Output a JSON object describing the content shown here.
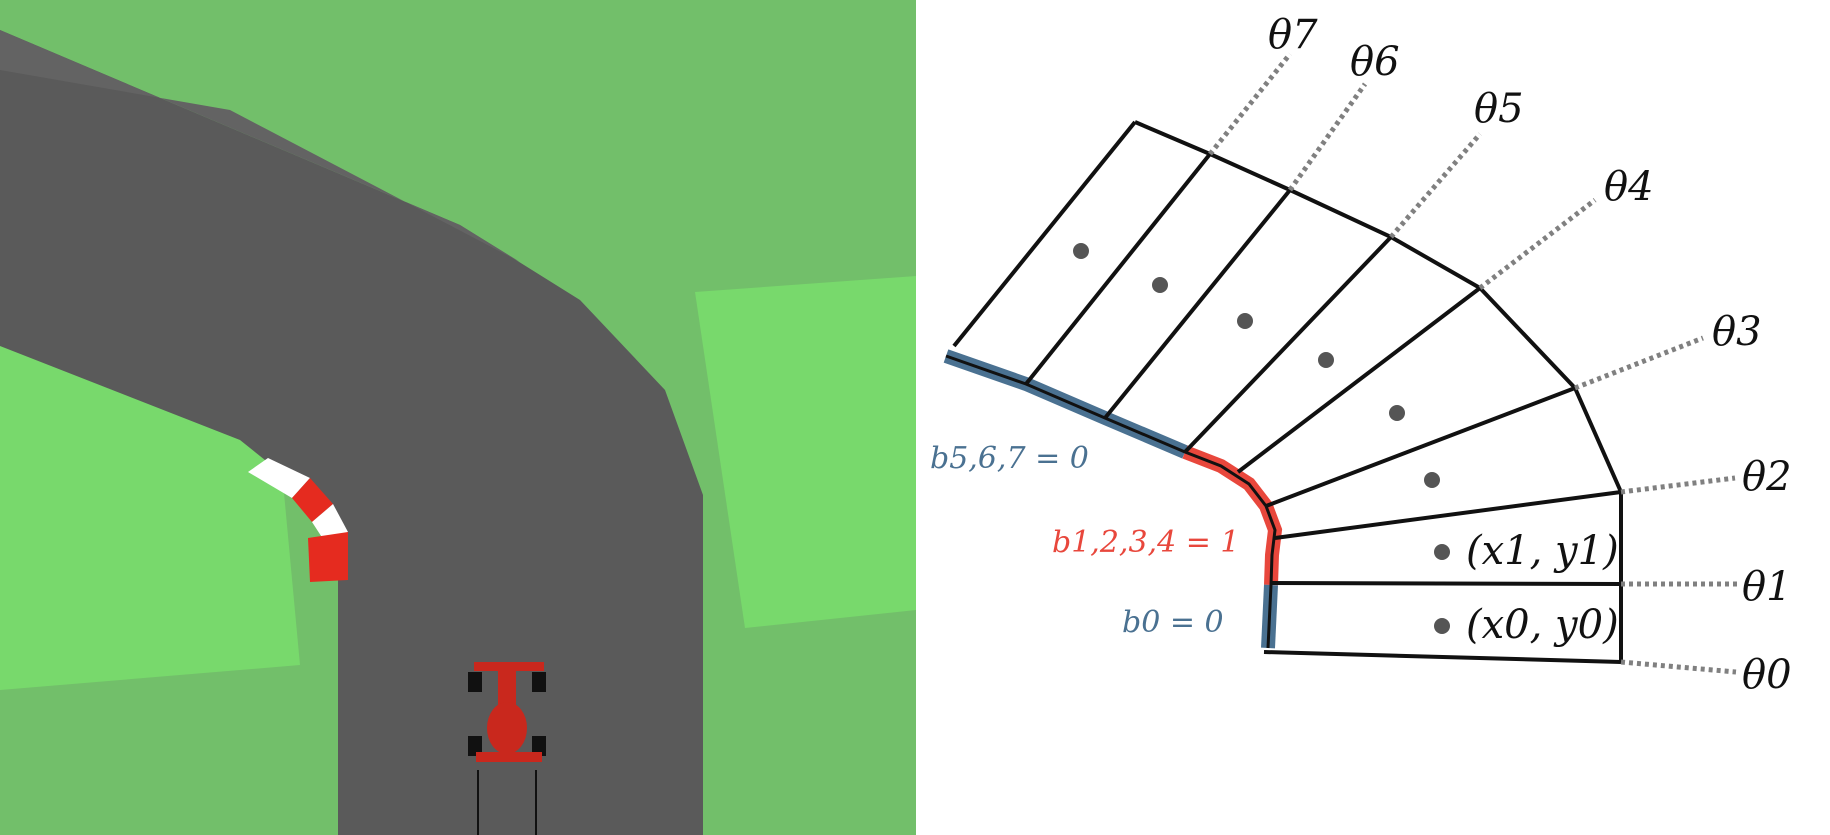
{
  "colors": {
    "grass": "#72bf6a",
    "grass_light": "#78d96c",
    "asphalt": "#5a5a5a",
    "asphalt_shade": "#636363",
    "curb_red": "#e52b1f",
    "curb_white": "#ffffff",
    "car_red": "#c9281d",
    "boundary_blue": "#4a7191",
    "boundary_red": "#e8473c",
    "guide": "#808080",
    "segment_line": "#111111",
    "center_dot": "#555555"
  },
  "icons": {
    "car": "race-car-icon",
    "curb": "red-white-curb-icon"
  },
  "labels": {
    "theta": [
      "θ0",
      "θ1",
      "θ2",
      "θ3",
      "θ4",
      "θ5",
      "θ6",
      "θ7"
    ],
    "points": [
      "(x0, y0)",
      "(x1, y1)"
    ],
    "boundaries": {
      "b0": "b0 = 0",
      "b1234": "b1,2,3,4 = 1",
      "b567": "b5,6,7 = 0"
    }
  }
}
